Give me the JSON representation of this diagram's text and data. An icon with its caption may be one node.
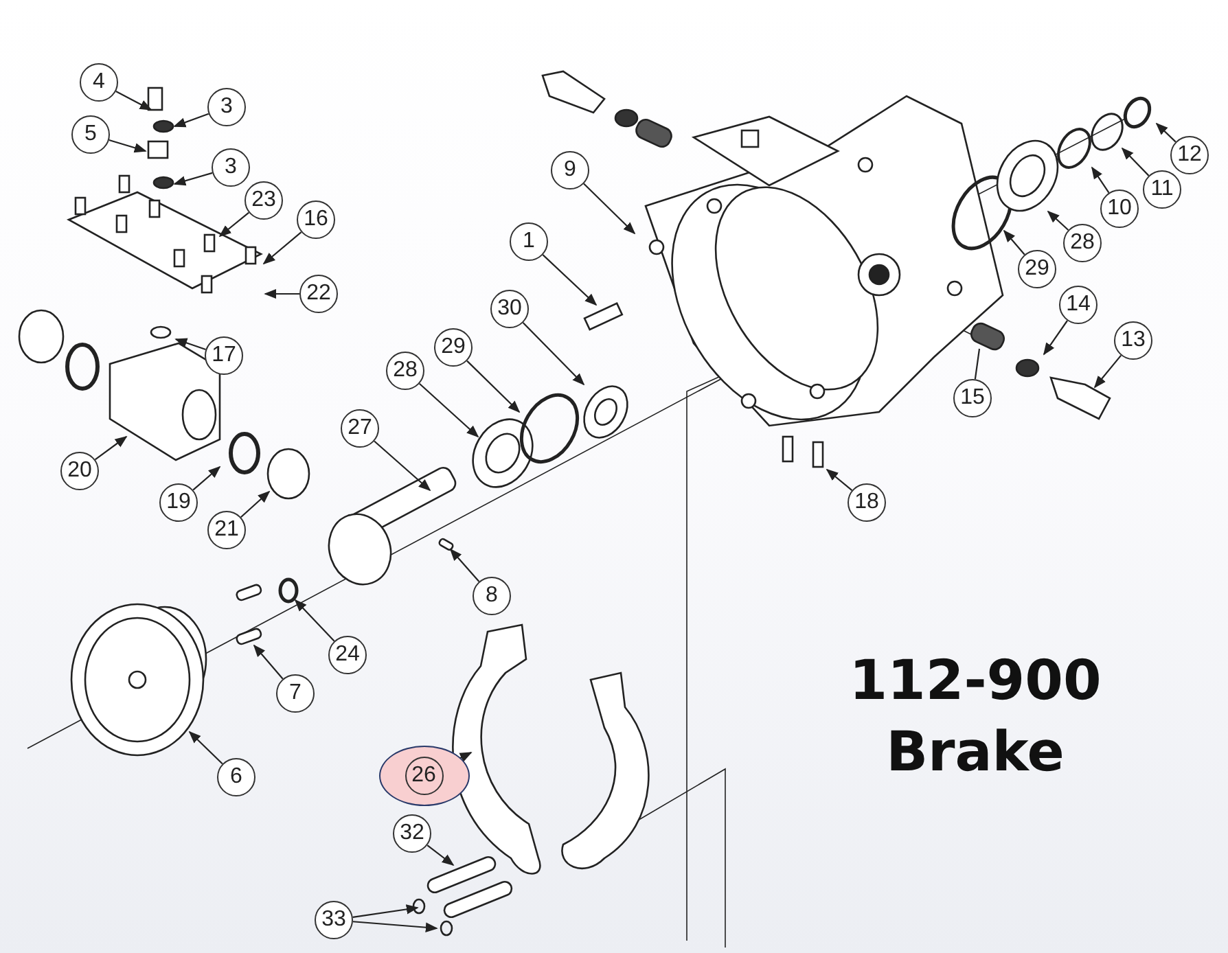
{
  "diagram": {
    "title": "112-900 Brake",
    "nodes": [
      {
        "text": [
          "4"
        ]
      },
      {
        "text": [
          "3"
        ]
      },
      {
        "text": [
          "5"
        ]
      },
      {
        "text": [
          "3"
        ]
      },
      {
        "text": [
          "23"
        ]
      },
      {
        "text": [
          "16"
        ]
      },
      {
        "text": [
          "22"
        ]
      },
      {
        "text": [
          "17"
        ]
      },
      {
        "text": [
          "20"
        ]
      },
      {
        "text": [
          "19"
        ]
      },
      {
        "text": [
          "21"
        ]
      },
      {
        "text": [
          "27"
        ]
      },
      {
        "text": [
          "28"
        ]
      },
      {
        "text": [
          "29"
        ]
      },
      {
        "text": [
          "30"
        ]
      },
      {
        "text": [
          "1"
        ]
      },
      {
        "text": [
          "9"
        ]
      },
      {
        "text": [
          "12"
        ]
      },
      {
        "text": [
          "11"
        ]
      },
      {
        "text": [
          "10"
        ]
      },
      {
        "text": [
          "28"
        ]
      },
      {
        "text": [
          "29"
        ]
      },
      {
        "text": [
          "14"
        ]
      },
      {
        "text": [
          "13"
        ]
      },
      {
        "text": [
          "15"
        ]
      },
      {
        "text": [
          "18"
        ]
      },
      {
        "text": [
          "8"
        ]
      },
      {
        "text": [
          "24"
        ]
      },
      {
        "text": [
          "7"
        ]
      },
      {
        "text": [
          "6"
        ]
      },
      {
        "text": [],
        "shape": "ellipse"
      },
      {
        "text": [
          "26"
        ],
        "in": 30
      },
      {
        "text": [
          "32"
        ]
      },
      {
        "text": [
          "33"
        ]
      }
    ],
    "edges": [
      {
        "from": 0,
        "to": null,
        "arrow": "to"
      },
      {
        "from": 1,
        "to": null,
        "arrow": "to"
      },
      {
        "from": 2,
        "to": null,
        "arrow": "to"
      },
      {
        "from": 3,
        "to": null,
        "arrow": "to"
      },
      {
        "from": 4,
        "to": null,
        "arrow": "to"
      },
      {
        "from": 5,
        "to": null,
        "arrow": "to"
      },
      {
        "from": 6,
        "to": null,
        "arrow": "to"
      },
      {
        "from": 7,
        "to": null,
        "arrow": "to"
      },
      {
        "from": 8,
        "to": null,
        "arrow": "to"
      },
      {
        "from": 9,
        "to": null,
        "arrow": "to"
      },
      {
        "from": 10,
        "to": null,
        "arrow": "to"
      },
      {
        "from": 11,
        "to": null,
        "arrow": "to"
      },
      {
        "from": 12,
        "to": null,
        "arrow": "to"
      },
      {
        "from": 13,
        "to": null,
        "arrow": "to"
      },
      {
        "from": 14,
        "to": null,
        "arrow": "to"
      },
      {
        "from": 15,
        "to": null,
        "arrow": "to"
      },
      {
        "from": 16,
        "to": null,
        "arrow": "to"
      },
      {
        "from": 17,
        "to": null,
        "arrow": "to"
      },
      {
        "from": 18,
        "to": null,
        "arrow": "to"
      },
      {
        "from": 19,
        "to": null,
        "arrow": "to"
      },
      {
        "from": 20,
        "to": null,
        "arrow": "to"
      },
      {
        "from": 21,
        "to": null,
        "arrow": "to"
      },
      {
        "from": 22,
        "to": null,
        "arrow": "to"
      },
      {
        "from": 23,
        "to": null,
        "arrow": "to"
      },
      {
        "from": 24,
        "to": null,
        "arrow": "none"
      },
      {
        "from": 25,
        "to": null,
        "arrow": "to"
      },
      {
        "from": 26,
        "to": null,
        "arrow": "to"
      },
      {
        "from": 27,
        "to": null,
        "arrow": "to"
      },
      {
        "from": 28,
        "to": null,
        "arrow": "to"
      },
      {
        "from": 29,
        "to": null,
        "arrow": "to"
      },
      {
        "from": 31,
        "to": null,
        "arrow": "to"
      },
      {
        "from": 32,
        "to": null,
        "arrow": "to"
      },
      {
        "from": 33,
        "to": null,
        "arrow": "to"
      },
      {
        "from": 33,
        "to": null,
        "arrow": "to"
      }
    ]
  }
}
